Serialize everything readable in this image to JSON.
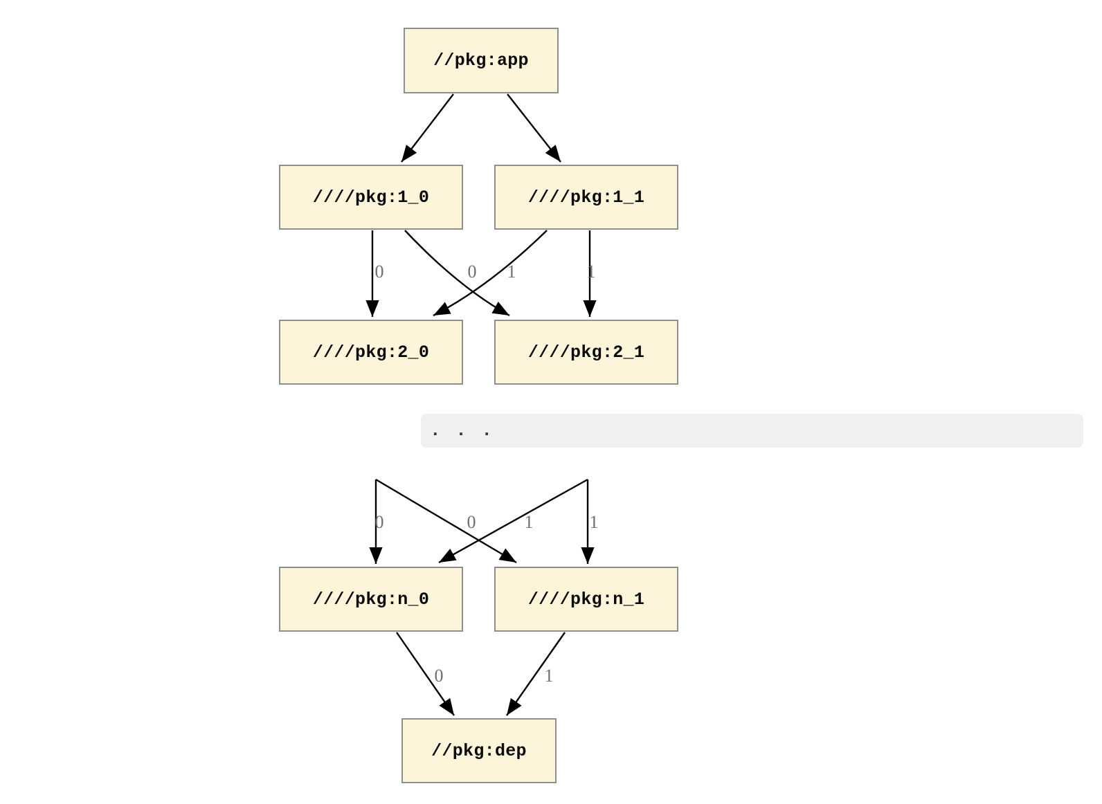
{
  "graph": {
    "nodes": {
      "app": "//pkg:app",
      "1_0": "////pkg:1_0",
      "1_1": "////pkg:1_1",
      "2_0": "////pkg:2_0",
      "2_1": "////pkg:2_1",
      "n_0": "////pkg:n_0",
      "n_1": "////pkg:n_1",
      "dep": "//pkg:dep"
    },
    "ellipsis": ". . .",
    "edges": [
      {
        "from": "//pkg:app",
        "to": "////pkg:1_0",
        "label": ""
      },
      {
        "from": "//pkg:app",
        "to": "////pkg:1_1",
        "label": ""
      },
      {
        "from": "////pkg:1_0",
        "to": "////pkg:2_0",
        "label": "0"
      },
      {
        "from": "////pkg:1_1",
        "to": "////pkg:2_0",
        "label": "0"
      },
      {
        "from": "////pkg:1_0",
        "to": "////pkg:2_1",
        "label": "1"
      },
      {
        "from": "////pkg:1_1",
        "to": "////pkg:2_1",
        "label": "1"
      },
      {
        "from": "…",
        "to": "////pkg:n_0",
        "label": "0"
      },
      {
        "from": "…",
        "to": "////pkg:n_0",
        "label": "0"
      },
      {
        "from": "…",
        "to": "////pkg:n_1",
        "label": "1"
      },
      {
        "from": "…",
        "to": "////pkg:n_1",
        "label": "1"
      },
      {
        "from": "////pkg:n_0",
        "to": "//pkg:dep",
        "label": "0"
      },
      {
        "from": "////pkg:n_1",
        "to": "//pkg:dep",
        "label": "1"
      }
    ],
    "colors": {
      "node_fill": "#FCF5DA",
      "node_border": "#8E8E8E",
      "edge_stroke": "#000000",
      "edge_label_text": "#6F6F6F",
      "ellipsis_band_bg": "#F0F0F0"
    }
  }
}
